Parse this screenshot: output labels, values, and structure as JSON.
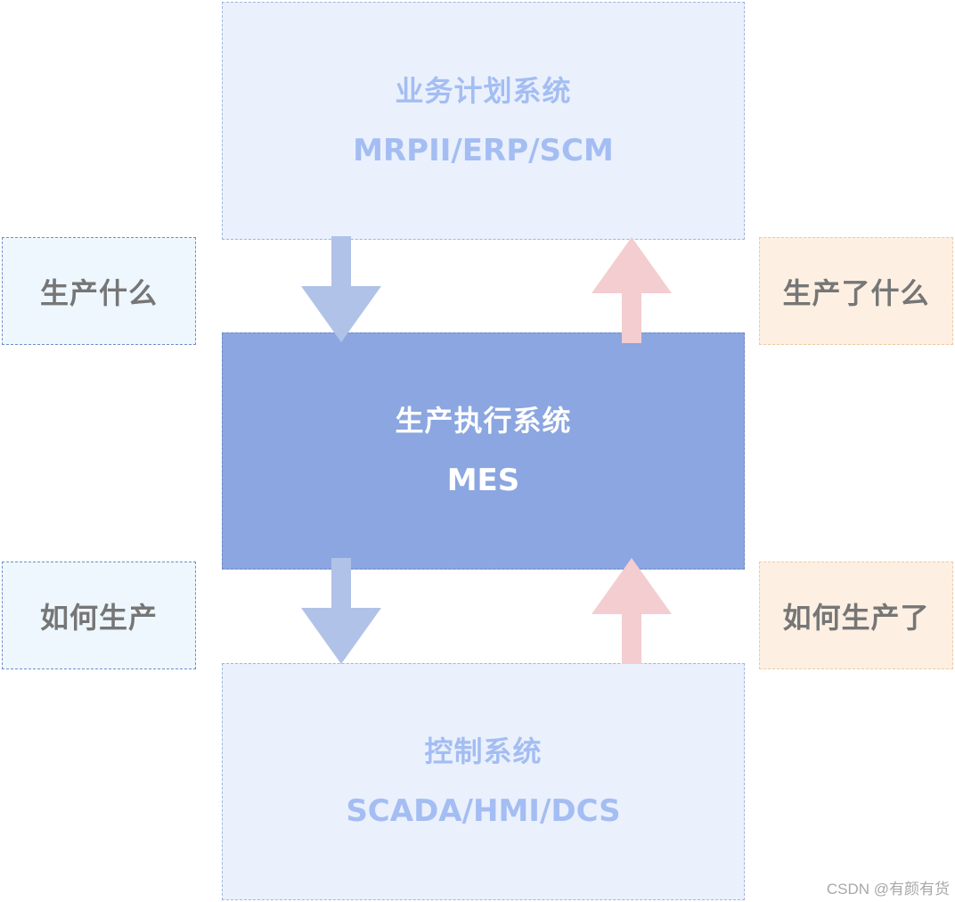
{
  "colors": {
    "light_box_bg": "#eaf1fd",
    "light_box_text": "#a4bdf2",
    "mes_box_bg": "#8ba6e0",
    "mes_box_text": "#ffffff",
    "down_arrow": "#b1c2e8",
    "up_arrow": "#f3cdcf",
    "blue_label_bg": "#eef7fd",
    "orange_label_bg": "#fdf0e3",
    "label_text": "#767676"
  },
  "top_system": {
    "title": "业务计划系统",
    "subtitle": "MRPII/ERP/SCM"
  },
  "mes_system": {
    "title": "生产执行系统",
    "subtitle": "MES"
  },
  "bottom_system": {
    "title": "控制系统",
    "subtitle": "SCADA/HMI/DCS"
  },
  "labels": {
    "left_top": "生产什么",
    "right_top": "生产了什么",
    "left_bottom": "如何生产",
    "right_bottom": "如何生产了"
  },
  "arrows": [
    {
      "direction": "down",
      "color": "#b1c2e8"
    },
    {
      "direction": "up",
      "color": "#f3cdcf"
    },
    {
      "direction": "down",
      "color": "#b1c2e8"
    },
    {
      "direction": "up",
      "color": "#f3cdcf"
    }
  ],
  "watermark": "CSDN @有颜有货"
}
